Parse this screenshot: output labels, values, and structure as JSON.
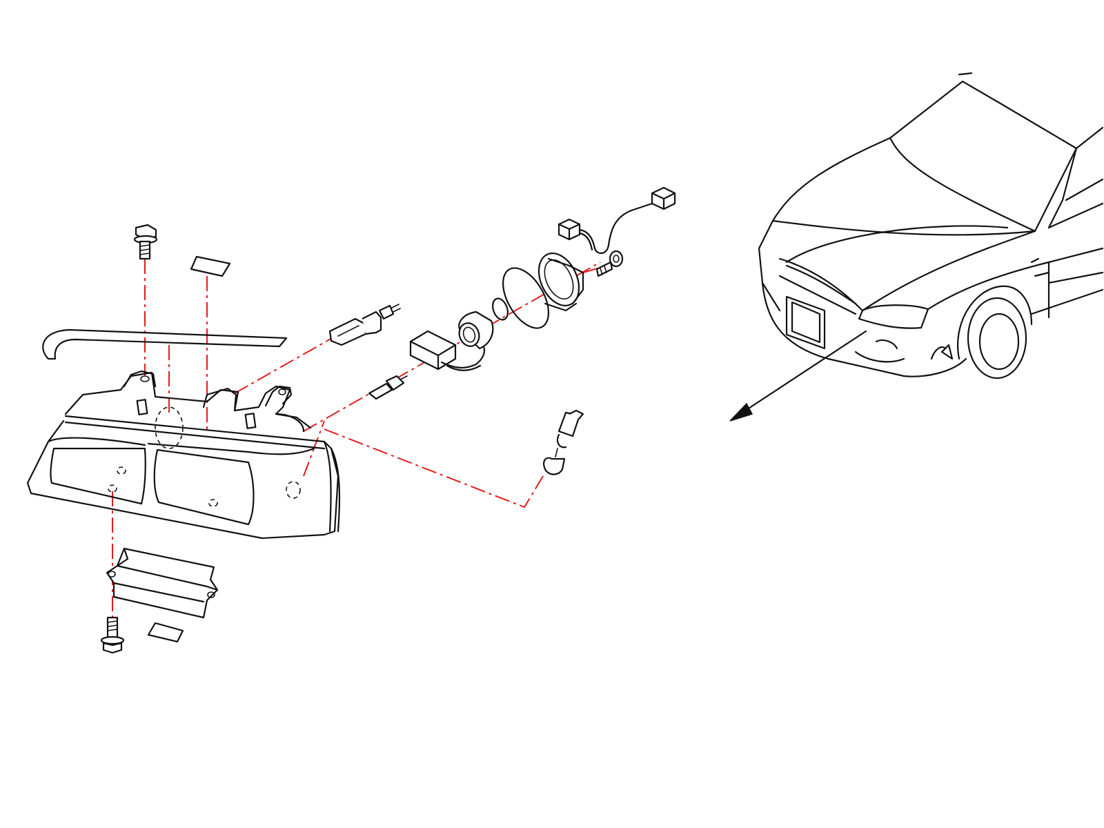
{
  "colors": {
    "line": "#111111",
    "leader": "#e31b1b",
    "background": "#ffffff"
  },
  "parts": [
    {
      "id": "headlamp-housing"
    },
    {
      "id": "upper-bolt"
    },
    {
      "id": "upper-label"
    },
    {
      "id": "seal-strip"
    },
    {
      "id": "lower-bracket"
    },
    {
      "id": "lower-bolt"
    },
    {
      "id": "lower-label"
    },
    {
      "id": "side-bulb-socket"
    },
    {
      "id": "position-bulb"
    },
    {
      "id": "ballast-unit"
    },
    {
      "id": "hid-bulb"
    },
    {
      "id": "o-ring"
    },
    {
      "id": "bulb-retainer-cap"
    },
    {
      "id": "cap-screw"
    },
    {
      "id": "wire-harness"
    },
    {
      "id": "turn-signal-bulb"
    },
    {
      "id": "vehicle-locator"
    }
  ]
}
